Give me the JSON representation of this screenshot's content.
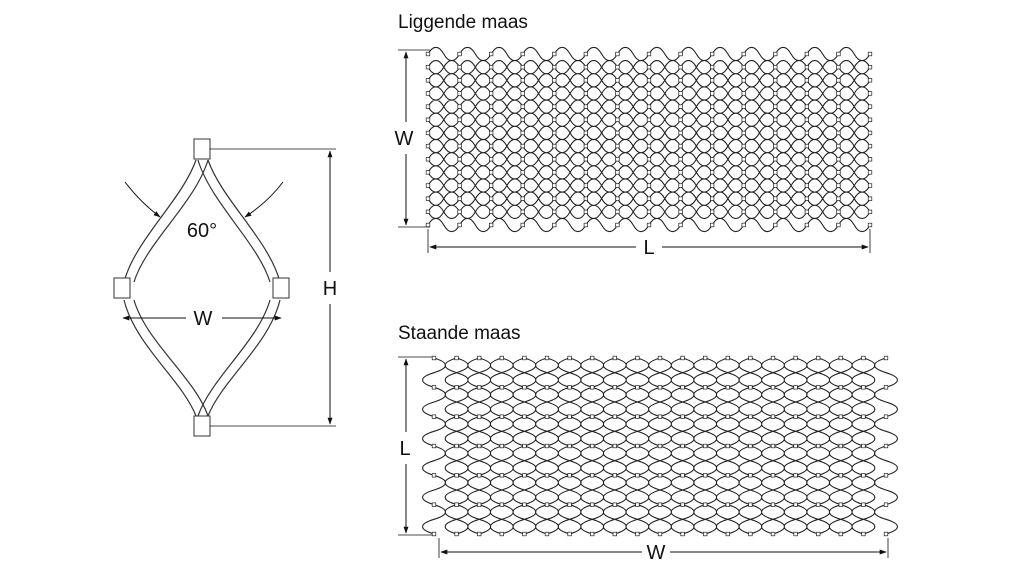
{
  "cell_detail": {
    "angle_label": "60°",
    "width_label": "W",
    "height_label": "H"
  },
  "horizontal_mesh": {
    "title": "Liggende maas",
    "width_label": "W",
    "length_label": "L"
  },
  "vertical_mesh": {
    "title": "Staande maas",
    "length_label": "L",
    "width_label": "W"
  },
  "colors": {
    "line": "#222222",
    "background": "#ffffff"
  }
}
